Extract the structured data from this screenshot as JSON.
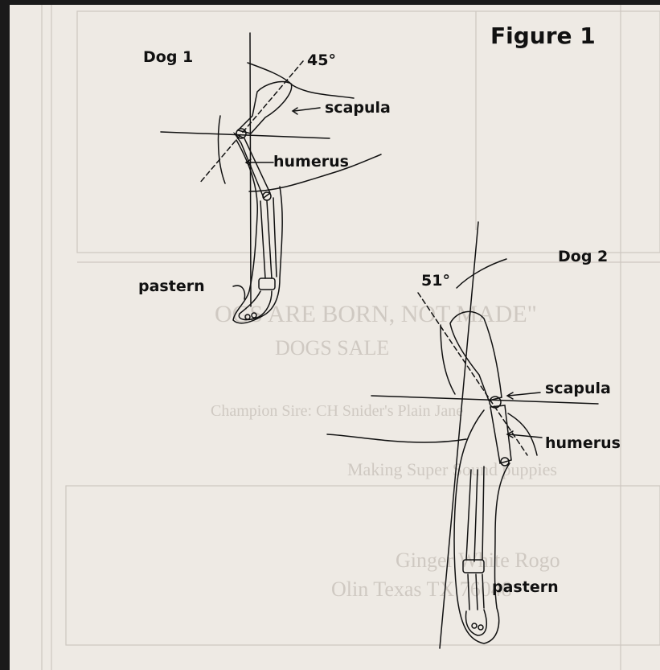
{
  "figure_title": "Figure 1",
  "dogs": [
    {
      "name": "Dog 1",
      "angle": "45°",
      "labels": {
        "scapula": "scapula",
        "humerus": "humerus",
        "pastern": "pastern"
      }
    },
    {
      "name": "Dog 2",
      "angle": "51°",
      "labels": {
        "scapula": "scapula",
        "humerus": "humerus",
        "pastern": "pastern"
      }
    }
  ],
  "colors": {
    "paper": "#eeeae4",
    "ink": "#111111",
    "faint_text": "#cfc9c2",
    "background": "#1a1a1a"
  }
}
